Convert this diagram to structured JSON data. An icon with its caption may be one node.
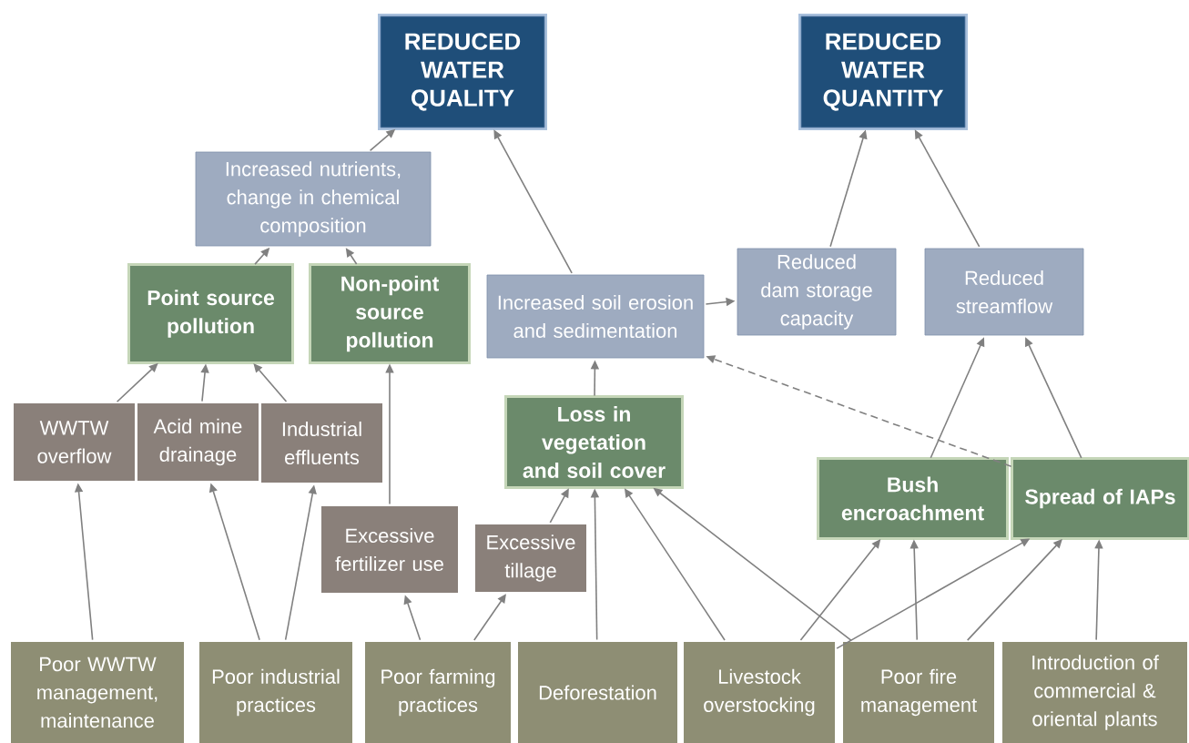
{
  "diagram": {
    "nodes": [
      {
        "text": [
          "REDUCED WATER QUALITY"
        ]
      },
      {
        "text": [
          "REDUCED WATER QUANTITY"
        ]
      },
      {
        "text": [
          "Increased nutrients, change in chemical composition"
        ]
      },
      {
        "text": [
          "Point source pollution"
        ]
      },
      {
        "text": [
          "Non-point source pollution"
        ]
      },
      {
        "text": [
          "Increased soil erosion and sedimentation"
        ]
      },
      {
        "text": [
          "Reduced dam storage capacity"
        ]
      },
      {
        "text": [
          "Reduced streamflow"
        ]
      },
      {
        "text": [
          "WWTW overflow"
        ]
      },
      {
        "text": [
          "Acid mine drainage"
        ]
      },
      {
        "text": [
          "Industrial effluents"
        ]
      },
      {
        "text": [
          "Loss in vegetation and soil cover"
        ]
      },
      {
        "text": [
          "Bush encroachment"
        ]
      },
      {
        "text": [
          "Spread of IAPs"
        ]
      },
      {
        "text": [
          "Excessive fertilizer use"
        ]
      },
      {
        "text": [
          "Excessive tillage"
        ]
      },
      {
        "text": [
          "Poor WWTW management, maintenance"
        ]
      },
      {
        "text": [
          "Poor industrial practices"
        ]
      },
      {
        "text": [
          "Poor farming practices"
        ]
      },
      {
        "text": [
          "Deforestation"
        ]
      },
      {
        "text": [
          "Livestock overstocking"
        ]
      },
      {
        "text": [
          "Poor fire management"
        ]
      },
      {
        "text": [
          "Introduction of commercial & oriental plants"
        ]
      }
    ],
    "edges": [
      {
        "from": 2,
        "to": 0,
        "arrow": "to"
      },
      {
        "from": 5,
        "to": 0,
        "arrow": "to"
      },
      {
        "from": 6,
        "to": 1,
        "arrow": "to"
      },
      {
        "from": 7,
        "to": 1,
        "arrow": "to"
      },
      {
        "from": 3,
        "to": 2,
        "arrow": "to"
      },
      {
        "from": 4,
        "to": 2,
        "arrow": "to"
      },
      {
        "from": 5,
        "to": 6,
        "arrow": "to"
      },
      {
        "from": 8,
        "to": 3,
        "arrow": "to"
      },
      {
        "from": 9,
        "to": 3,
        "arrow": "to"
      },
      {
        "from": 10,
        "to": 3,
        "arrow": "to"
      },
      {
        "from": 14,
        "to": 4,
        "arrow": "to"
      },
      {
        "from": 11,
        "to": 5,
        "arrow": "to"
      },
      {
        "from": 13,
        "to": 5,
        "arrow": "to",
        "style": "dashed"
      },
      {
        "from": 12,
        "to": 7,
        "arrow": "to"
      },
      {
        "from": 13,
        "to": 7,
        "arrow": "to"
      },
      {
        "from": 16,
        "to": 8,
        "arrow": "to"
      },
      {
        "from": 17,
        "to": 9,
        "arrow": "to"
      },
      {
        "from": 17,
        "to": 10,
        "arrow": "to"
      },
      {
        "from": 18,
        "to": 14,
        "arrow": "to"
      },
      {
        "from": 18,
        "to": 15,
        "arrow": "to"
      },
      {
        "from": 15,
        "to": 11,
        "arrow": "to"
      },
      {
        "from": 19,
        "to": 11,
        "arrow": "to"
      },
      {
        "from": 20,
        "to": 11,
        "arrow": "to"
      },
      {
        "from": 21,
        "to": 11,
        "arrow": "to"
      },
      {
        "from": 20,
        "to": 12,
        "arrow": "to"
      },
      {
        "from": 20,
        "to": 13,
        "arrow": "to"
      },
      {
        "from": 21,
        "to": 12,
        "arrow": "to"
      },
      {
        "from": 21,
        "to": 13,
        "arrow": "to"
      },
      {
        "from": 22,
        "to": 13,
        "arrow": "to"
      }
    ]
  }
}
